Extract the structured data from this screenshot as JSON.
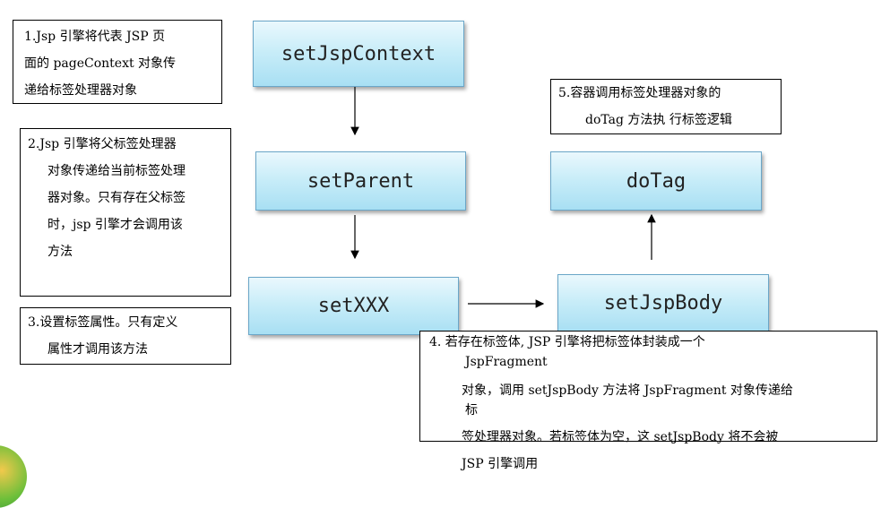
{
  "boxes": {
    "setJspContext": "setJspContext",
    "setParent": "setParent",
    "setXXX": "setXXX",
    "setJspBody": "setJspBody",
    "doTag": "doTag"
  },
  "notes": {
    "n1": [
      "1.Jsp 引擎将代表 JSP 页",
      "面的 pageContext 对象传",
      "递给标签处理器对象"
    ],
    "n2": [
      "2.Jsp 引擎将父标签处理器",
      "对象传递给当前标签处理",
      "器对象。只有存在父标签",
      "时，jsp 引擎才会调用该",
      "方法"
    ],
    "n3": [
      "3.设置标签属性。只有定义",
      "属性才调用该方法"
    ],
    "n4": [
      "4. 若存在标签体, JSP 引擎将把标签体封装成一个",
      "JspFragment",
      "对象，调用 setJspBody 方法将 JspFragment 对象传递给",
      "标",
      "签处理器对象。若标签体为空，这 setJspBody 将不会被",
      "JSP 引擎调用"
    ],
    "n5": [
      "5.容器调用标签处理器对象的",
      "doTag 方法执 行标签逻辑"
    ]
  },
  "colors": {
    "box_top": "#eaf8fd",
    "box_bottom": "#a8dff3",
    "box_border": "#6aa6c8"
  }
}
